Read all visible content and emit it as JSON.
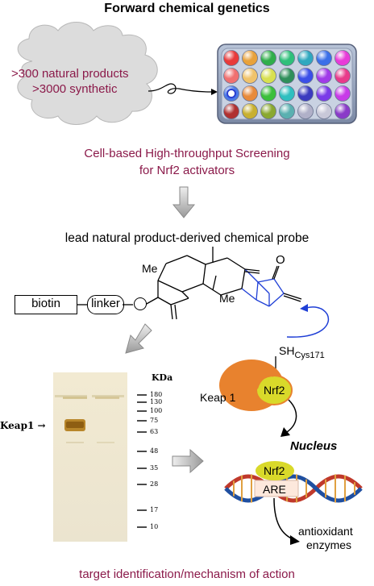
{
  "title": "Forward chemical genetics",
  "library": {
    "line1": ">300 natural products",
    "line2": ">3000 synthetic"
  },
  "screening": {
    "line1": "Cell-based High-throughput Screening",
    "line2": "for Nrf2 activators"
  },
  "lead": "lead natural product-derived chemical probe",
  "probe": {
    "biotin": "biotin",
    "linker": "linker",
    "methyl1": "Me",
    "methyl2": "Me",
    "oxygen": "O"
  },
  "gel": {
    "kda_header": "KDa",
    "keap1_band": "Keap1",
    "markers": [
      "180",
      "130",
      "100",
      "75",
      "63",
      "48",
      "35",
      "28",
      "17",
      "10"
    ]
  },
  "pathway": {
    "sh_label": "SH",
    "cys_label": "Cys171",
    "keap1": "Keap 1",
    "nrf2": "Nrf2",
    "nucleus": "Nucleus",
    "nrf2_nuc": "Nrf2",
    "are": "ARE",
    "output1": "antioxidant",
    "output2": "enzymes"
  },
  "footer": "target  identification/mechanism of action",
  "colors": {
    "accent": "#8b1a4a",
    "cloud": "#dcdcdc",
    "keap1": "#e8822e",
    "nrf2": "#d9d92a",
    "arrow_blue": "#1f3fd6"
  }
}
